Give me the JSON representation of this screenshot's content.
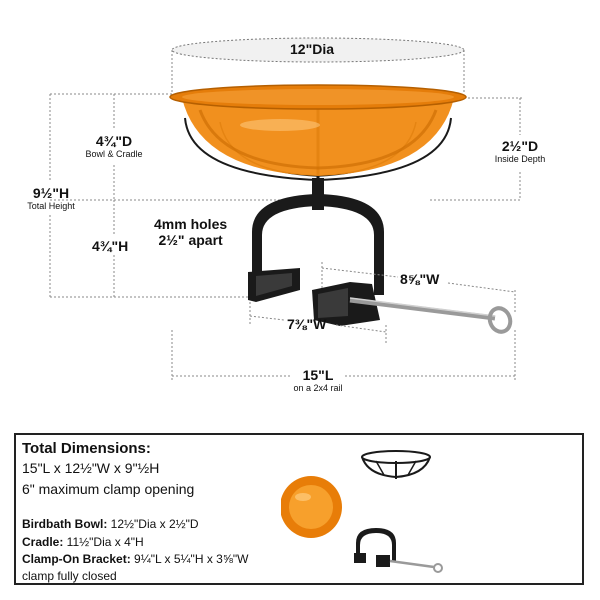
{
  "diagram": {
    "diameter_label": "12\"Dia",
    "bowl_cradle_depth": {
      "value": "4¾\"D",
      "caption": "Bowl & Cradle"
    },
    "inside_depth": {
      "value": "2½\"D",
      "caption": "Inside Depth"
    },
    "total_height": {
      "value": "9½\"H",
      "caption": "Total Height"
    },
    "bracket_height": "4¾\"H",
    "holes_note": {
      "line1": "4mm holes",
      "line2": "2½\" apart"
    },
    "clamp_width": "8⅝\"W",
    "bracket_width": "7⅜\"W",
    "length": {
      "value": "15\"L",
      "caption": "on a 2x4 rail"
    }
  },
  "summary": {
    "title": "Total Dimensions:",
    "line1": "15\"L x 12½\"W x 9\"½H",
    "line2": "6\" maximum clamp opening",
    "specs": [
      {
        "label": "Birdbath Bowl:",
        "value": " 12½\"Dia x 2½\"D"
      },
      {
        "label": "Cradle:",
        "value": " 11½\"Dia x 4\"H"
      },
      {
        "label": "Clamp-On Bracket:",
        "value": " 9¼\"L  x 5¼\"H x 3⅝\"W"
      }
    ],
    "footer": "clamp fully closed"
  },
  "colors": {
    "bowl_orange": "#f08a12",
    "bowl_dark": "#c96a00",
    "metal_black": "#1a1a1a",
    "rod_silver": "#9a9a9a"
  }
}
